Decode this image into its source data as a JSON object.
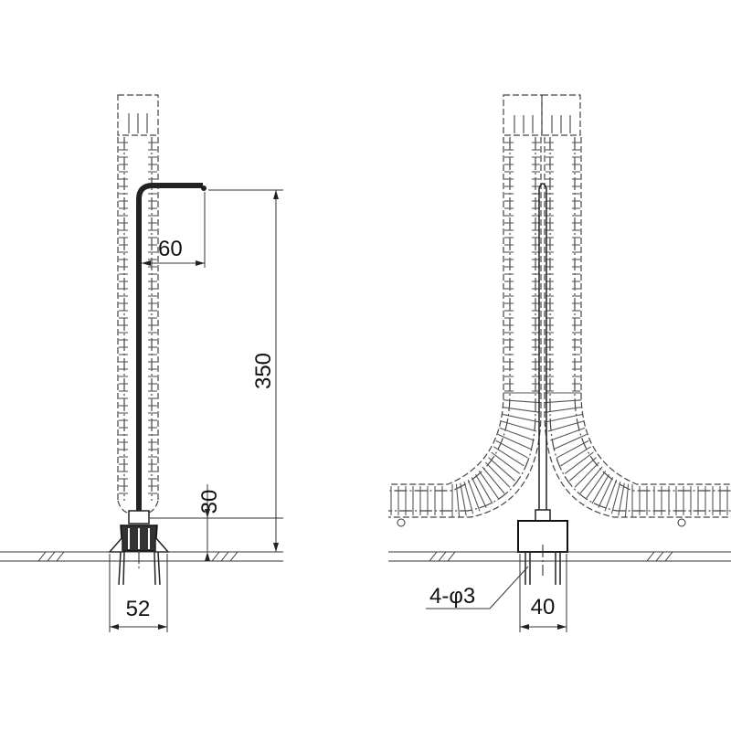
{
  "dimensions": {
    "hook_offset": "60",
    "rod_height": "350",
    "base_height": "30",
    "base_width_front": "52",
    "pin_callout": "4-φ3",
    "base_width_side": "40"
  }
}
